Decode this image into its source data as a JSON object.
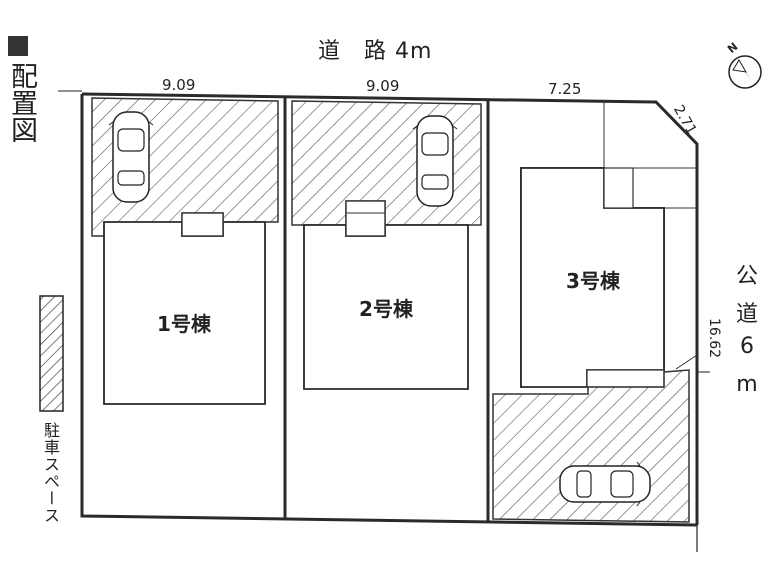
{
  "title": "配置図",
  "road_north": "道　路 4m",
  "road_east": [
    "公",
    "道",
    "6",
    "m"
  ],
  "dimensions": {
    "lot1_front": "9.09",
    "lot2_front": "9.09",
    "lot3_front": "7.25",
    "corner_cut": "2.71",
    "east_side": "16.62"
  },
  "buildings": {
    "b1": "1号棟",
    "b2": "2号棟",
    "b3": "3号棟"
  },
  "legend": {
    "label": "駐車スペース"
  },
  "north_label": "N",
  "colors": {
    "line": "#2a2a2a",
    "hatch": "#555555",
    "title_square": "#333333"
  }
}
